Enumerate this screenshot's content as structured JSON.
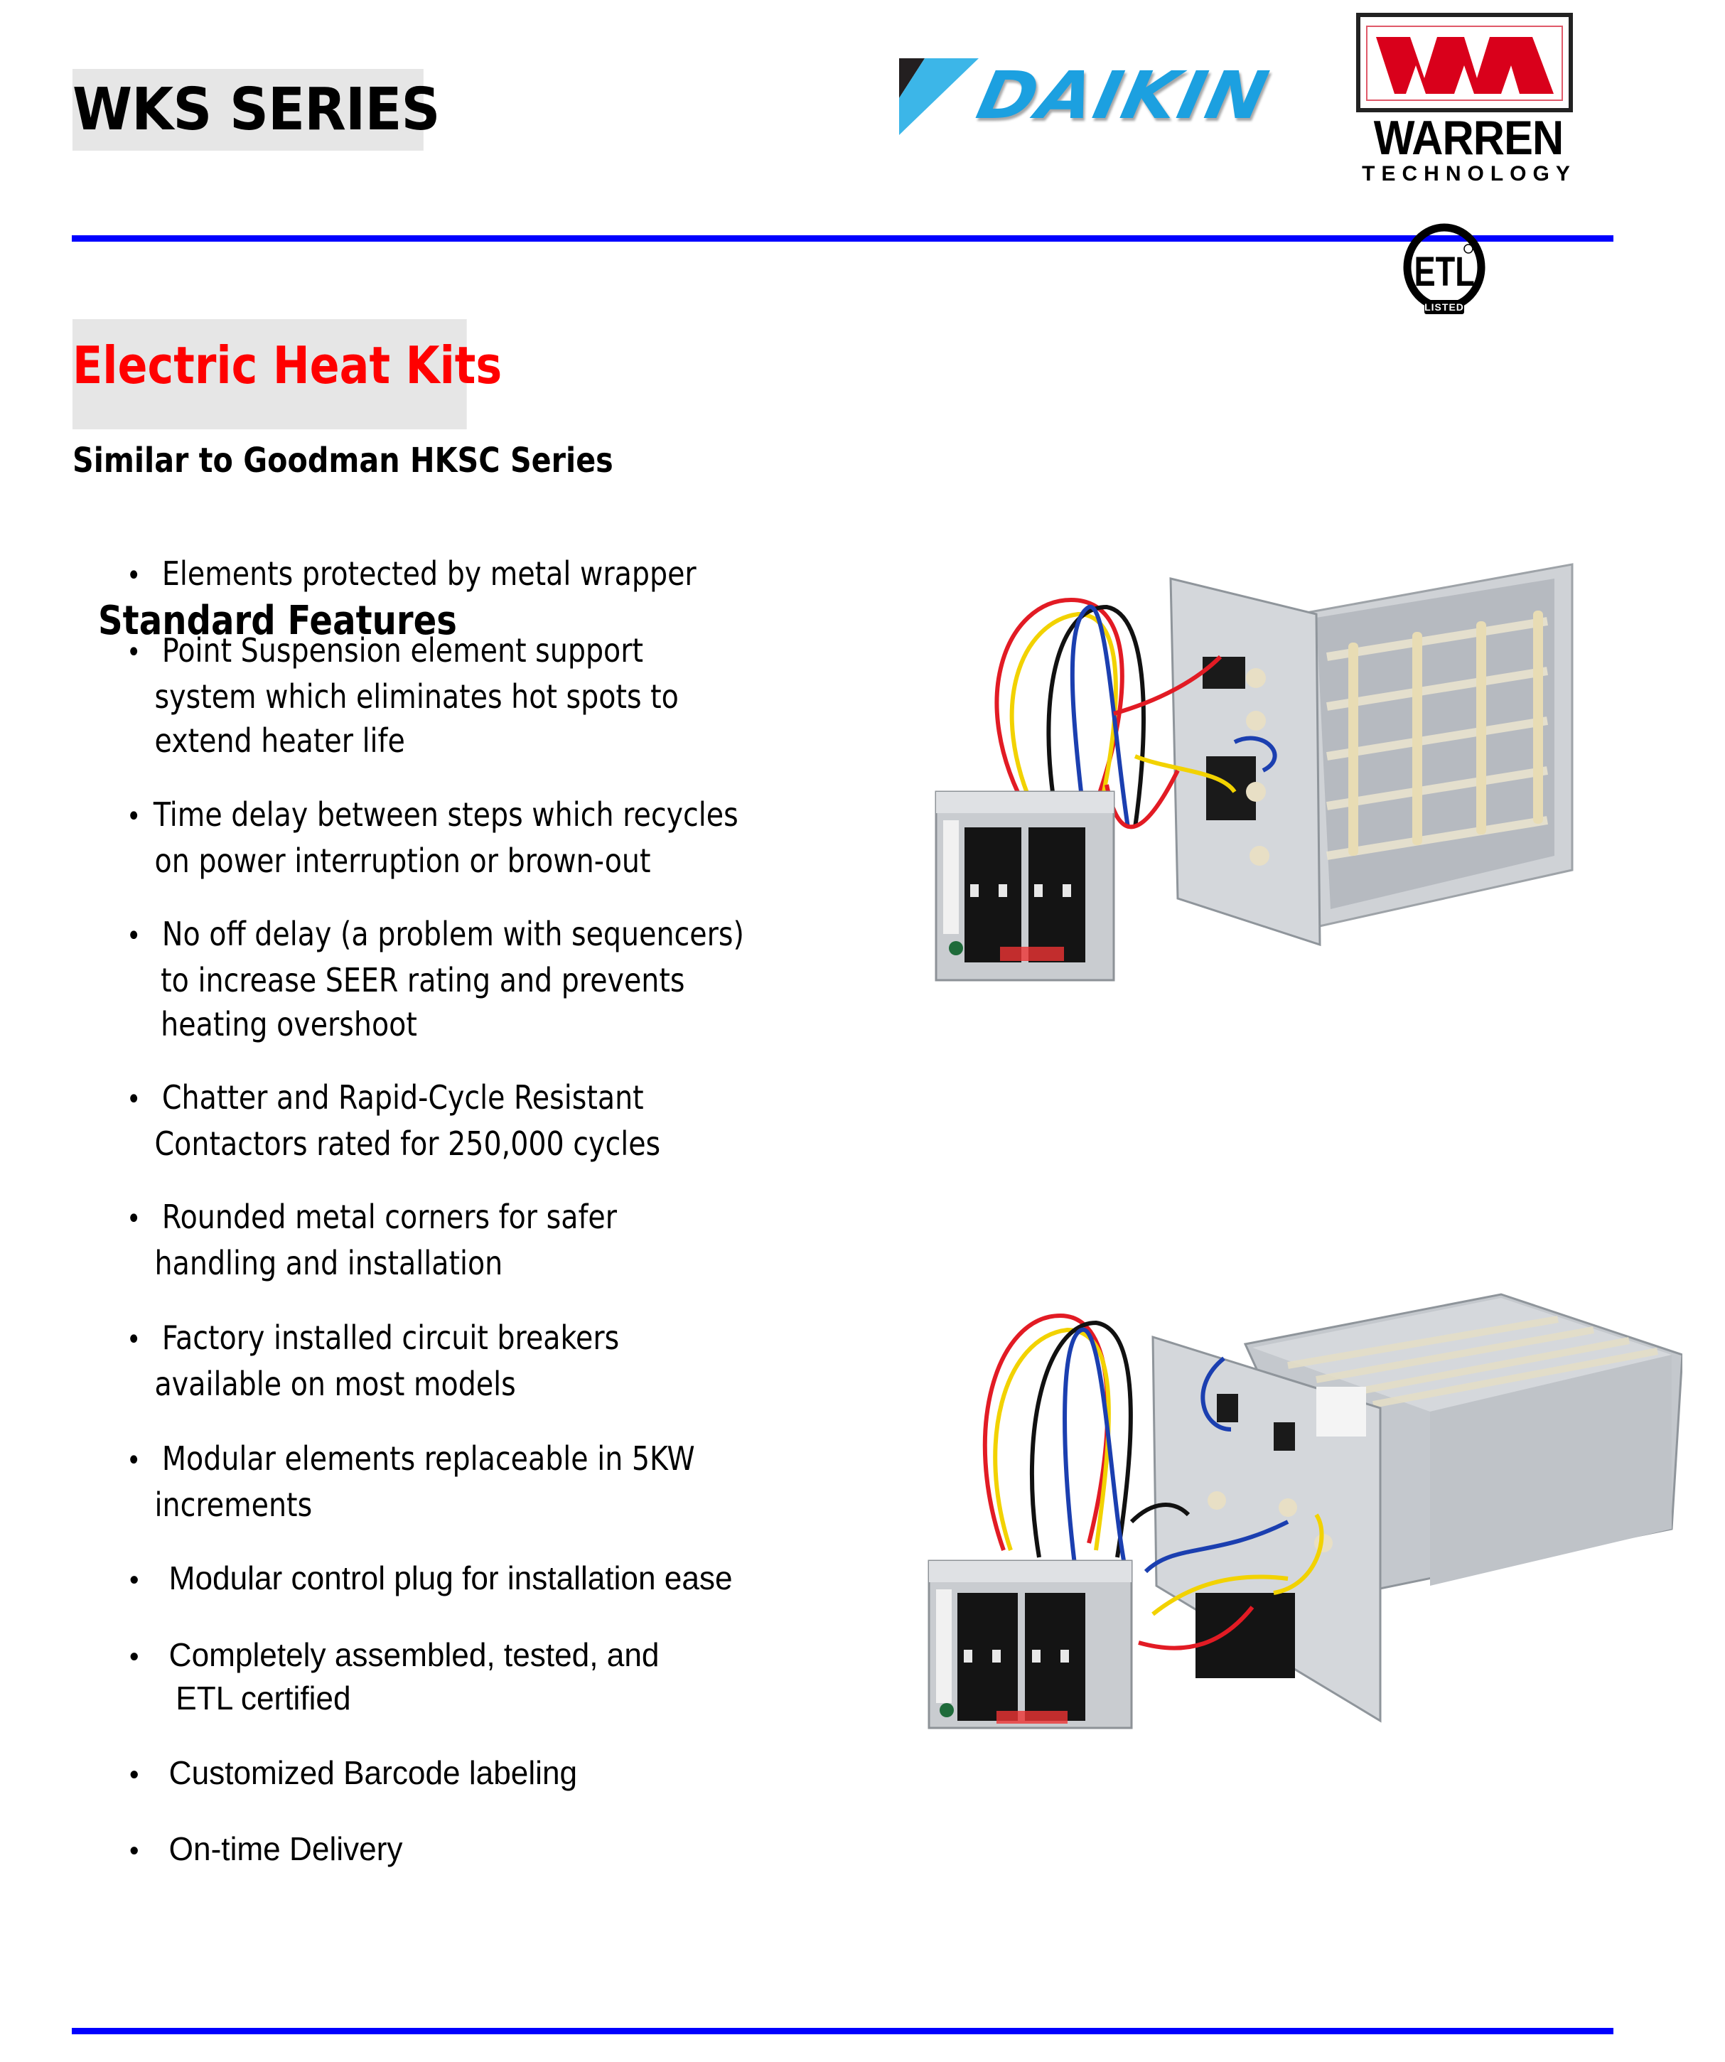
{
  "header": {
    "series_title": "WKS SERIES",
    "brands": {
      "daikin": {
        "name": "DAIKIN",
        "color": "#1ca0e0"
      },
      "warren": {
        "name": "WARREN",
        "subtitle": "TECHNOLOGY",
        "mark_color": "#d9001b"
      }
    },
    "certification": {
      "mark": "ETL",
      "label": "LISTED"
    },
    "rule_color": "#0000ff"
  },
  "product": {
    "title": "Electric Heat Kits",
    "title_color": "#ff0000",
    "subtitle": "Similar to Goodman HKSC Series"
  },
  "features": {
    "heading": "Standard Features",
    "items": [
      {
        "lines": [
          "Elements protected by metal wrapper"
        ]
      },
      {
        "lines": [
          "Point Suspension element support",
          "system which eliminates hot spots to",
          "extend heater life"
        ]
      },
      {
        "lines": [
          "Time delay between steps which recycles",
          "on power interruption or brown-out"
        ]
      },
      {
        "lines": [
          "No off delay (a problem with sequencers)",
          "to increase SEER rating and prevents",
          "heating overshoot"
        ]
      },
      {
        "lines": [
          "Chatter and Rapid-Cycle Resistant",
          "Contactors rated for 250,000 cycles"
        ]
      },
      {
        "lines": [
          "Rounded metal corners for safer",
          "handling and installation"
        ]
      },
      {
        "lines": [
          "Factory installed circuit breakers",
          "available on most models"
        ]
      },
      {
        "lines": [
          "Modular elements replaceable in 5KW",
          "increments"
        ]
      },
      {
        "lines": [
          "Modular control plug for installation ease"
        ]
      },
      {
        "lines": [
          "Completely assembled, tested, and",
          "ETL certified"
        ]
      },
      {
        "lines": [
          "Customized Barcode labeling"
        ]
      },
      {
        "lines": [
          "On-time Delivery"
        ]
      }
    ]
  },
  "photos": [
    {
      "subject": "electric heat kit with square element rack and circuit breakers"
    },
    {
      "subject": "electric heat kit with deep element box and circuit breakers"
    }
  ],
  "bullet_glyph": "•"
}
